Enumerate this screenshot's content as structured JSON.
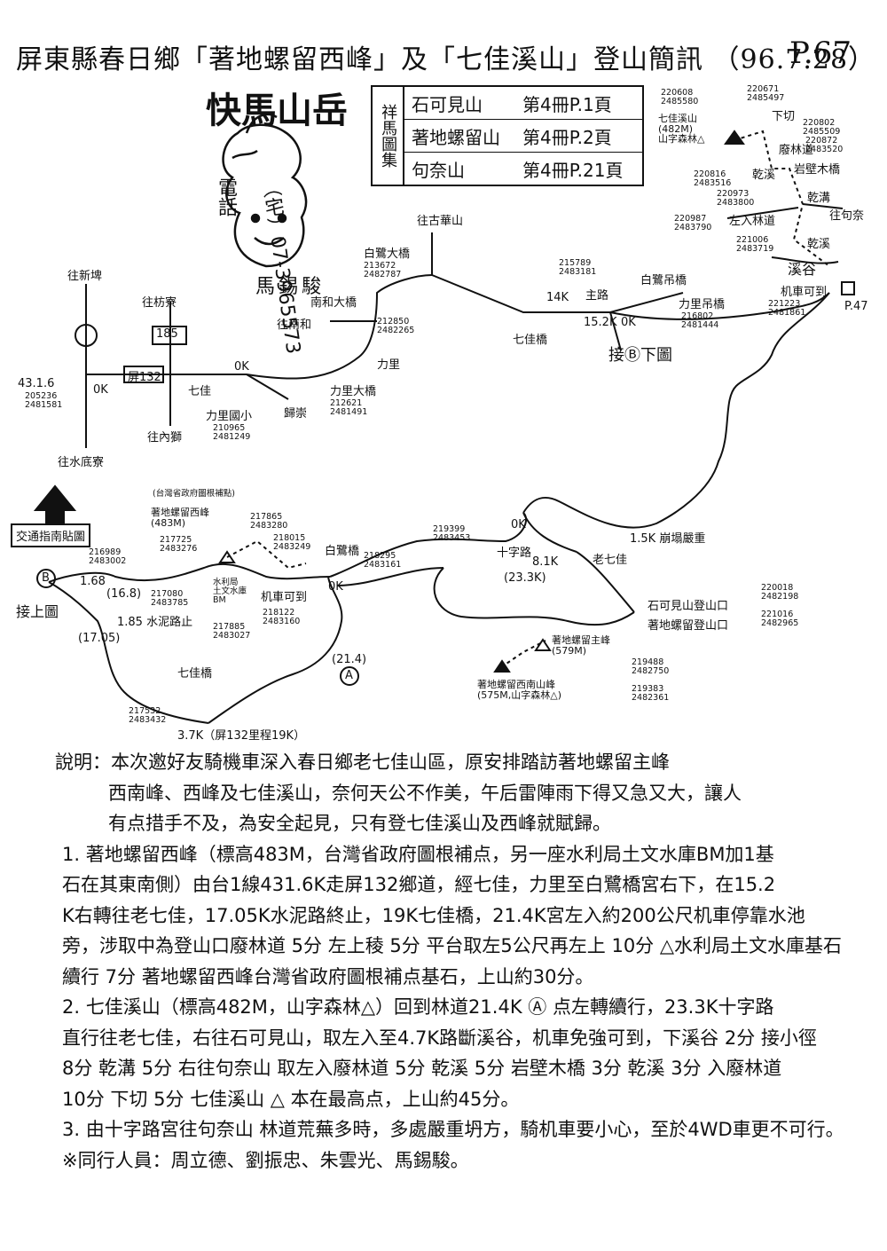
{
  "header": {
    "title": "屏東縣春日鄉「著地螺留西峰」及「七佳溪山」登山簡訊 （96.7.28）",
    "page": "P.67"
  },
  "logo": {
    "name": "快馬山岳",
    "phone_label": "電話",
    "phone": "（宅）07-3965573",
    "author": "馬錫駿"
  },
  "index_table": {
    "side_label": "祥馬圖集",
    "rows": [
      {
        "name": "石可見山",
        "ref": "第4冊P.1頁"
      },
      {
        "name": "著地螺留山",
        "ref": "第4冊P.2頁"
      },
      {
        "name": "句奈山",
        "ref": "第4冊P.21頁"
      }
    ]
  },
  "map_upper": {
    "labels": {
      "to_xinpi": "往新埤",
      "to_shuidiliao": "往水底寮",
      "to_neishi": "往內獅",
      "to_fangliao": "往枋寮",
      "coord_431": "43.1.6",
      "coord_431b": "205236\n2481581",
      "ok": "0K",
      "road_132": "屏132",
      "road_185": "185",
      "qijia": "七佳",
      "lili_school": "力里國小",
      "coord_school": "210965\n2481249",
      "guichong": "歸崇",
      "ok2": "0K",
      "lili_bridge": "力里大橋",
      "coord_lili_bridge": "212621\n2481491",
      "lili": "力里",
      "nanhe_bridge": "南和大橋",
      "to_nanhe": "往南和",
      "coord_nanhe": "212850\n2482265",
      "bailu_bridge": "白鷺大橋",
      "coord_bailu": "213672\n2482787",
      "to_gudi": "往古華山",
      "qijia_bridge": "七佳橋",
      "k14": "14K",
      "zhulu": "主路",
      "coord_zhulu": "215789\n2483181",
      "baiying_bridge": "白鷺吊橋",
      "k152": "15.2K",
      "ok3": "0K",
      "lili_suspension": "力里吊橋",
      "coord_lili_susp": "216802\n2481444",
      "connect_b": "接Ⓑ下圖",
      "qijia_mtn": "七佳溪山\n(482M)\n山字森林△",
      "coord_qijia_mtn": "220608\n2485580",
      "xiaqie": "下切",
      "coord_xiaqie": "220671\n2485497",
      "liaolin": "廢林道",
      "coord_liaolin": "220802\n2485509",
      "ganxi": "乾溪",
      "coord_ganxi": "220816\n2483516",
      "yanbi_bridge": "岩壁木橋",
      "coord_yanbi": "220872\n2483520",
      "gangou": "乾溝",
      "to_gounai": "往句奈",
      "coord_1": "220973\n2483800",
      "coord_2": "220987\n2483790",
      "left_forest": "左入林道",
      "coord_3": "221006\n2483719",
      "ganxi2": "乾溪",
      "xixigu": "溪谷",
      "motor": "机車可到",
      "p47": "P.47",
      "coord_motor": "221223\n2481861"
    }
  },
  "map_lower": {
    "labels": {
      "legend_box": "交通指南貼圖",
      "connect_b": "接上圖",
      "b_marker": "B",
      "k168": "1.68",
      "k168b": "(16.8)",
      "coord_b1": "216989\n2483002",
      "peak_west": "著地螺留西峰\n(483M)",
      "coord_west": "217725\n2483276",
      "note_survey": "(台灣省政府圖根補點)",
      "coord_peak2": "217865\n2483280",
      "coord_peak3": "218015\n2483249",
      "water_bm": "水利局\n土文水庫\nBM",
      "motor_park": "机車可到",
      "coord_a1": "217080\n2483785",
      "coord_a2": "217885\n2483027",
      "coord_a3": "218122\n2483160",
      "k185": "1.85 水泥路止",
      "k1705": "(17.05)",
      "baiying_turn": "白鷺橋",
      "ok_mark": "0K",
      "coord_b2": "218295\n2483161",
      "qijia_bridge2": "七佳橋",
      "coord_qijia_b": "217532\n2483432",
      "k37": "3.7K（屏132里程19K）",
      "k214": "(21.4)",
      "a_marker": "A",
      "coord_c1": "219399\n2483453",
      "shizi": "十字路",
      "ok4": "0K",
      "k81": "8.1K",
      "k233": "(23.3K)",
      "laoqijia": "老七佳",
      "k15": "1.5K 崩塌嚴重",
      "shikejian_entry": "石可見山登山口",
      "zhudi_entry": "著地螺留登山口",
      "coord_d1": "220018\n2482198",
      "coord_d2": "221016\n2482965",
      "main_peak": "著地螺留主峰\n(579M)",
      "coord_main": "219488\n2482750",
      "sw_peak": "著地螺留西南山峰\n(575M,山字森林△)",
      "coord_sw": "219383\n2482361"
    }
  },
  "notes": {
    "intro_1": "說明：本次邀好友騎機車深入春日鄉老七佳山區，原安排踏訪著地螺留主峰",
    "intro_2": "西南峰、西峰及七佳溪山，奈何天公不作美，午后雷陣雨下得又急又大，讓人",
    "intro_3": "有点措手不及，為安全起見，只有登七佳溪山及西峰就賦歸。",
    "item1_1": "1. 著地螺留西峰（標高483M，台灣省政府圖根補点，另一座水利局土文水庫BM加1基",
    "item1_2": "石在其東南側）由台1線431.6K走屏132鄉道，經七佳，力里至白鷺橋宮右下，在15.2",
    "item1_3": "K右轉往老七佳，17.05K水泥路終止，19K七佳橋，21.4K宮左入約200公尺机車停靠水池",
    "item1_4": "旁，涉取中為登山口廢林道 5分 左上稜 5分 平台取左5公尺再左上 10分 △水利局土文水庫基石",
    "item1_5": "續行 7分 著地螺留西峰台灣省政府圖根補点基石，上山約30分。",
    "item2_1": "2. 七佳溪山（標高482M，山字森林△）回到林道21.4K Ⓐ 点左轉續行，23.3K十字路",
    "item2_2": "直行往老七佳，右往石可見山，取左入至4.7K路斷溪谷，机車免強可到，下溪谷 2分 接小徑",
    "item2_3": "8分 乾溝 5分 右往句奈山 取左入廢林道 5分 乾溪 5分 岩壁木橋 3分 乾溪 3分 入廢林道",
    "item2_4": "10分 下切 5分 七佳溪山 △ 本在最高点，上山約45分。",
    "item3": "3. 由十字路宮往句奈山 林道荒蕪多時，多處嚴重坍方，騎机車要小心，至於4WD車更不可行。",
    "members": "※同行人員：周立德、劉振忠、朱雲光、馬錫駿。"
  }
}
